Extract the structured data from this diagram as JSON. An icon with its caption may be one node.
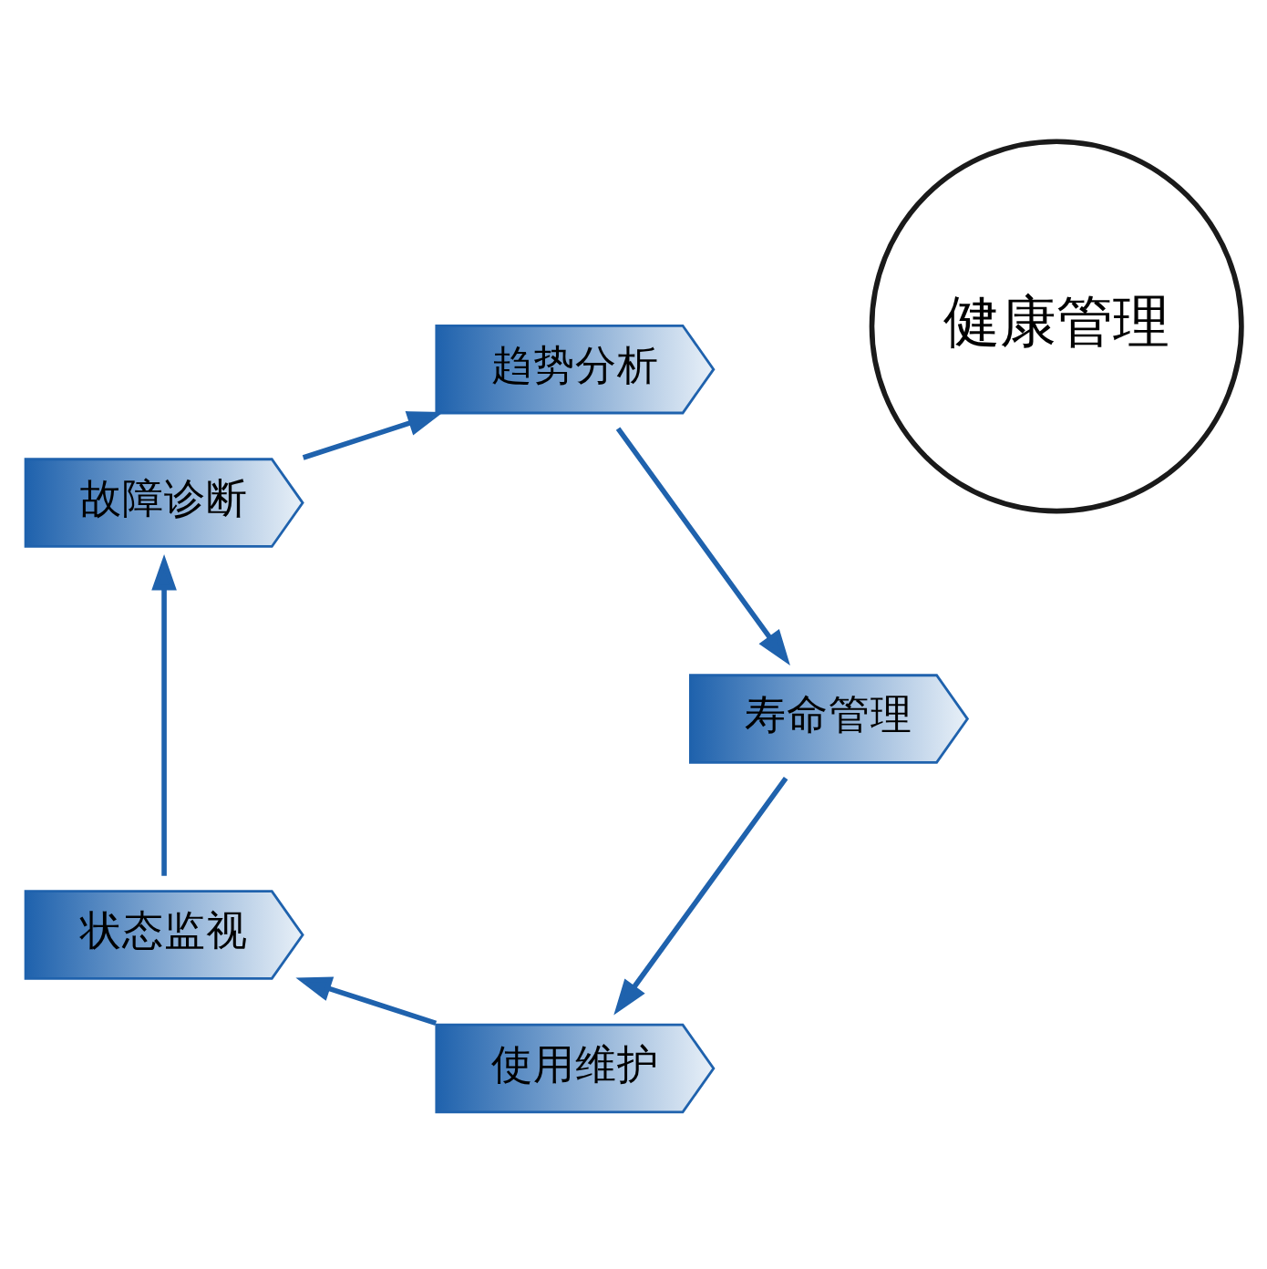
{
  "diagram": {
    "nodes": [
      {
        "text": [
          "健康管理"
        ]
      },
      {
        "text": [
          "使用维护"
        ]
      },
      {
        "text": [
          "状态监视"
        ]
      },
      {
        "text": [
          "故障诊断"
        ]
      },
      {
        "text": [
          "趋势分析"
        ]
      },
      {
        "text": [
          "寿命管理"
        ]
      }
    ],
    "edges": [
      {
        "from": 1,
        "to": 2,
        "arrow": "to"
      },
      {
        "from": 2,
        "to": 3,
        "arrow": "to"
      },
      {
        "from": 3,
        "to": 4,
        "arrow": "to"
      },
      {
        "from": 4,
        "to": 5,
        "arrow": "to"
      },
      {
        "from": 5,
        "to": 1,
        "arrow": "to"
      }
    ]
  }
}
